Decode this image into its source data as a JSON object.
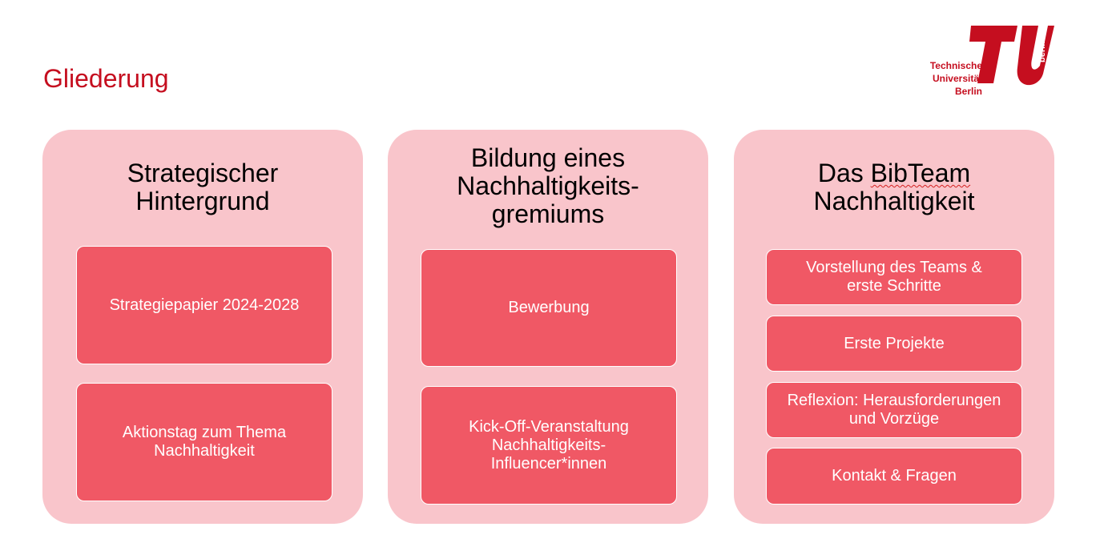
{
  "slide": {
    "title": "Gliederung"
  },
  "logo": {
    "line1": "Technische",
    "line2": "Universität",
    "line3": "Berlin",
    "mark_text": "berlin",
    "color": "#c50e1f"
  },
  "columns": [
    {
      "heading_lines": [
        "Strategischer",
        "Hintergrund"
      ],
      "cards": [
        {
          "lines": [
            "Strategiepapier 2024-2028"
          ]
        },
        {
          "lines": [
            "Aktionstag zum Thema",
            "Nachhaltigkeit"
          ]
        }
      ]
    },
    {
      "heading_lines": [
        "Bildung eines",
        "Nachhaltigkeits-",
        "gremiums"
      ],
      "cards": [
        {
          "lines": [
            "Bewerbung"
          ]
        },
        {
          "lines": [
            "Kick-Off-Veranstaltung",
            "Nachhaltigkeits-",
            "Influencer*innen"
          ]
        }
      ]
    },
    {
      "heading_pre": "Das ",
      "heading_wavy": "BibTeam",
      "heading_line2": "Nachhaltigkeit",
      "cards": [
        {
          "lines": [
            "Vorstellung des Teams &",
            "erste Schritte"
          ]
        },
        {
          "lines": [
            "Erste Projekte"
          ]
        },
        {
          "lines": [
            "Reflexion: Herausforderungen",
            "und Vorzüge"
          ]
        },
        {
          "lines": [
            "Kontakt & Fragen"
          ]
        }
      ]
    }
  ],
  "colors": {
    "column_bg": "#f9c5cb",
    "card_bg": "#f05865",
    "title": "#c50e1f"
  }
}
